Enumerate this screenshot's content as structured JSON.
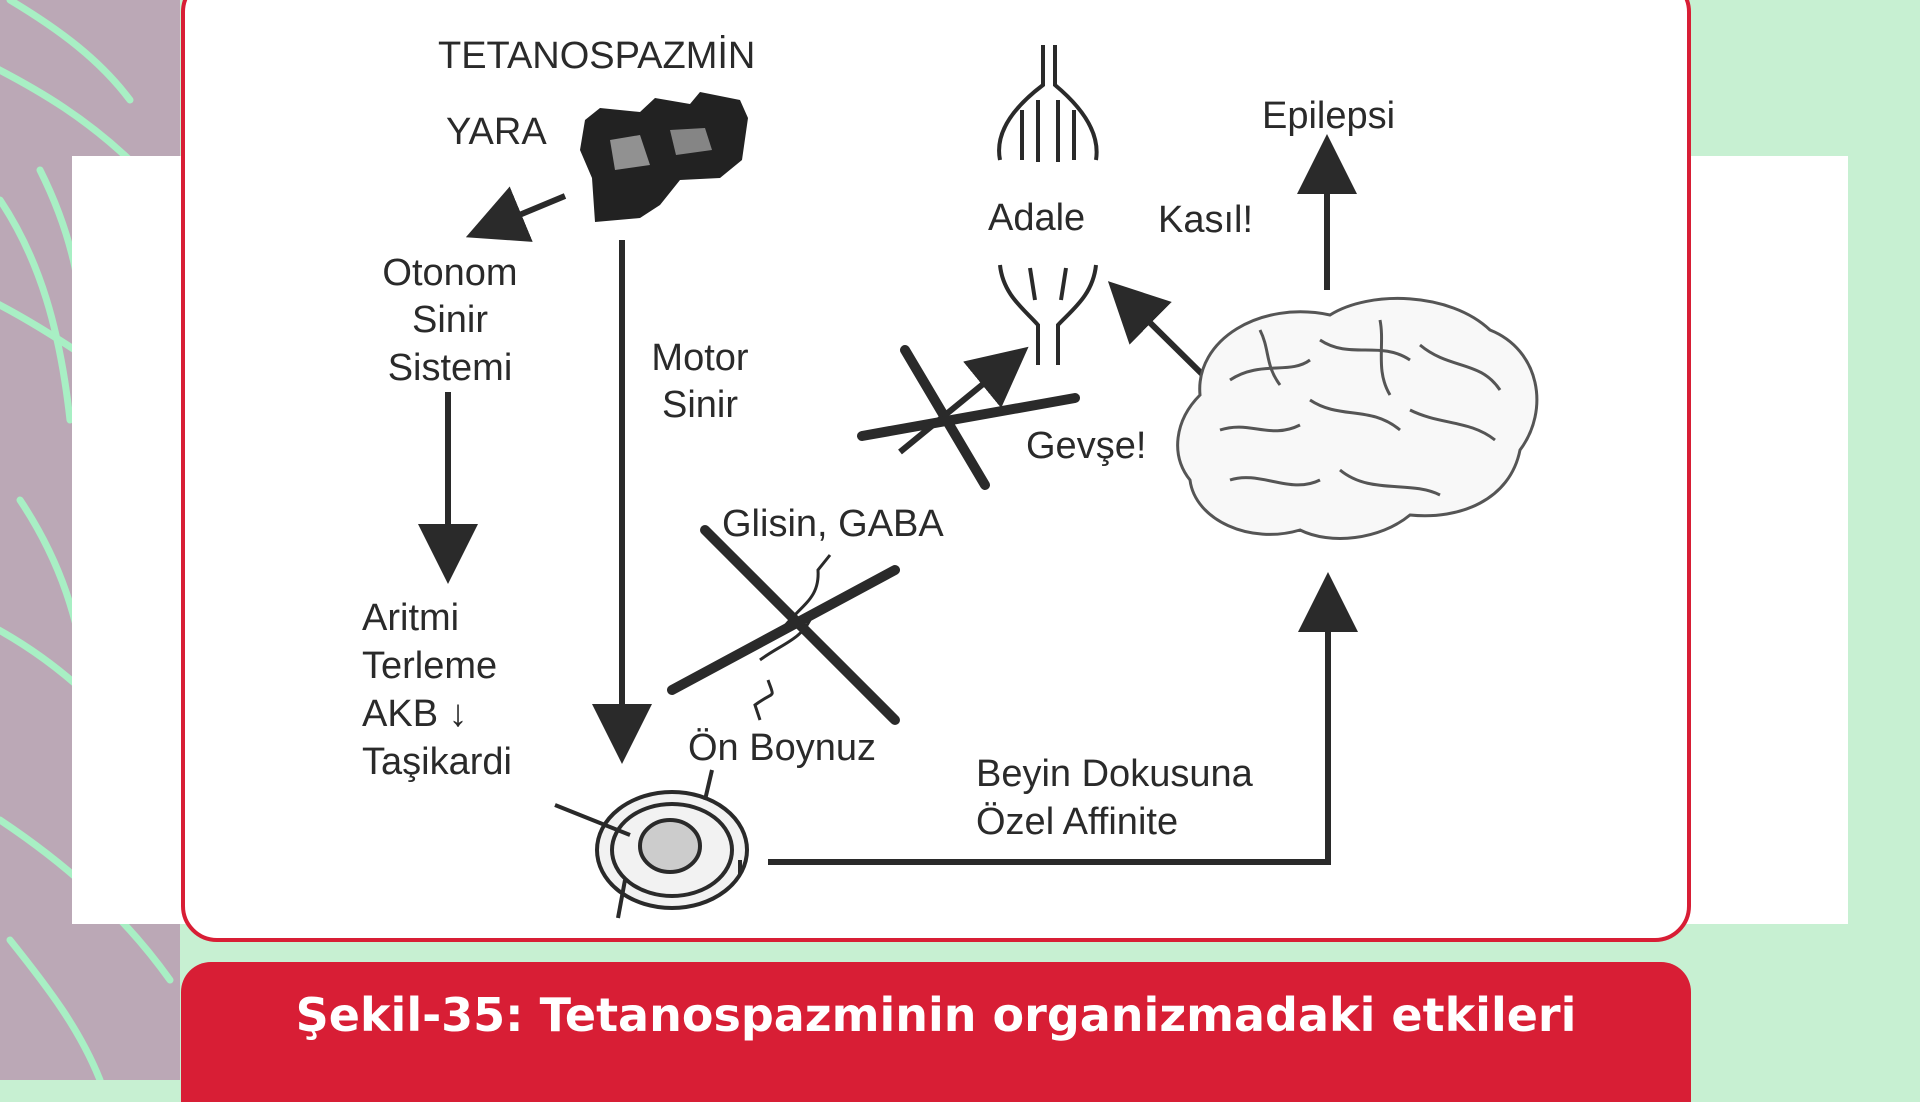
{
  "caption": "Şekil-35: Tetanospazminin organizmadaki etkileri",
  "labels": {
    "tetanospazmin": "TETANOSPAZMİN",
    "yara": "YARA",
    "otonom": [
      "Otonom",
      "Sinir",
      "Sistemi"
    ],
    "motor": [
      "Motor",
      "Sinir"
    ],
    "effects": [
      "Aritmi",
      "Terleme",
      "AKB ↓",
      "Taşikardi"
    ],
    "adale": "Adale",
    "kasil": "Kasıl!",
    "epilepsi": "Epilepsi",
    "gevse": "Gevşe!",
    "glisin": "Glisin, GABA",
    "on_boynuz": "Ön Boynuz",
    "beyin": [
      "Beyin Dokusuna",
      "Özel Affinite"
    ]
  },
  "colors": {
    "frame_red": "#d81e35",
    "background_green": "#c7f0d2",
    "background_mauve": "#bba8b6",
    "ink": "#2a2a2a"
  },
  "icons": [
    "wound-icon",
    "muscle-icon",
    "brain-icon",
    "spinal-cord-icon",
    "neuron-icon",
    "leaf-decoration"
  ]
}
